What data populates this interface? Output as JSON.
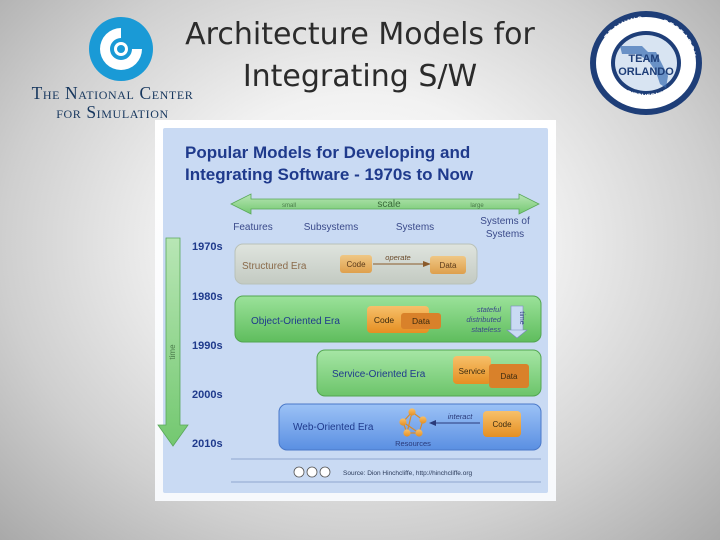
{
  "slide": {
    "title_line1": "Architecture Models for",
    "title_line2": "Integrating S/W"
  },
  "logo_left": {
    "line1": "The National Center",
    "line2": "for Simulation",
    "icon": "swirl-logo-icon"
  },
  "seal": {
    "center_line1": "TEAM",
    "center_line2": "ORLANDO",
    "ring_words": [
      "TRAINING",
      "RESEARCH",
      "EDUCATION",
      "GOVERNMENT",
      "SIMULATION"
    ],
    "icon": "florida-map-icon"
  },
  "diagram": {
    "title_line1": "Popular Models for Developing and",
    "title_line2": "Integrating Software - 1970s to Now",
    "scale": {
      "label": "scale",
      "left": "small",
      "right": "large"
    },
    "columns": [
      "Features",
      "Subsystems",
      "Systems",
      "Systems of",
      "Systems"
    ],
    "time_label": "time",
    "decades": [
      "1970s",
      "1980s",
      "1990s",
      "2000s",
      "2010s"
    ],
    "eras": {
      "structured": {
        "name": "Structured Era",
        "code": "Code",
        "verb": "operate",
        "data": "Data"
      },
      "object": {
        "name": "Object-Oriented Era",
        "code": "Code",
        "data": "Data",
        "note1": "stateful",
        "note2": "distributed",
        "note3": "stateless",
        "time": "time"
      },
      "service": {
        "name": "Service-Oriented Era",
        "code": "Service",
        "data": "Data"
      },
      "web": {
        "name": "Web-Oriented Era",
        "verb": "interact",
        "code": "Code",
        "resources": "Resources"
      }
    },
    "source": "Source: Dion Hinchcliffe, http://hinchcliffe.org",
    "colors": {
      "background": "#c9daf3",
      "title": "#1f3a8c",
      "arrow": "#8fd08f",
      "structured": "#cfd5ce",
      "object": "#7fd07d",
      "service": "#86d585",
      "web": "#7aa9ee",
      "box": "#f3a33a"
    }
  }
}
